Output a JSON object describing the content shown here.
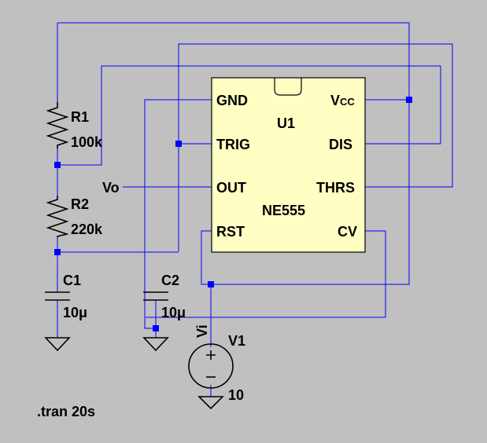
{
  "title": "",
  "colors": {
    "background": "#c0c0c0",
    "wire": "#0000ff",
    "ic_fill": "#ffffc4",
    "component": "#000000"
  },
  "ic": {
    "ref": "U1",
    "part": "NE555",
    "pins": {
      "gnd": "GND",
      "trig": "TRIG",
      "out": "OUT",
      "rst": "RST",
      "vcc_v": "V",
      "vcc_cc": "CC",
      "dis": "DIS",
      "thrs": "THRS",
      "cv": "CV"
    }
  },
  "components": {
    "r1": {
      "ref": "R1",
      "value": "100k"
    },
    "r2": {
      "ref": "R2",
      "value": "220k"
    },
    "c1": {
      "ref": "C1",
      "value": "10μ"
    },
    "c2": {
      "ref": "C2",
      "value": "10μ"
    },
    "v1": {
      "ref": "V1",
      "value": "10"
    }
  },
  "nets": {
    "vo": "Vo",
    "vi": "Vi"
  },
  "directive": ".tran 20s"
}
